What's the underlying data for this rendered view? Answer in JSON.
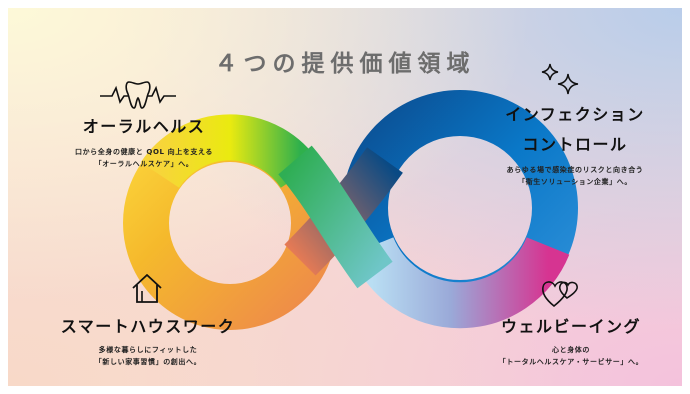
{
  "title": "４つの提供価値領域",
  "areas": {
    "oral_health": {
      "name": "オーラルヘルス",
      "desc_line1": "口から全身の健康と QOL 向上を支える",
      "desc_line2": "「オーラルヘルスケア」へ。",
      "icon": "tooth-heartbeat-icon"
    },
    "infection_control": {
      "name_line1": "インフェクション",
      "name_line2": "コントロール",
      "desc_line1": "あらゆる場で感染症のリスクと向き合う",
      "desc_line2": "「衛生ソリューション企業」へ。",
      "icon": "sparkle-icon"
    },
    "smart_house_work": {
      "name": "スマートハウスワーク",
      "desc_line1": "多様な暮らしにフィットした",
      "desc_line2": "「新しい家事習慣」の創出へ。",
      "icon": "house-icon"
    },
    "wellbeing": {
      "name": "ウェルビーイング",
      "desc_line1": "心と身体の",
      "desc_line2": "「トータルヘルスケア・サービサー」へ。",
      "icon": "double-heart-icon"
    }
  },
  "colors": {
    "yellow": "#f3e500",
    "green": "#3fb24b",
    "orange": "#f39a2e",
    "blue": "#0a72c0",
    "magenta": "#d12b8c",
    "cyan": "#a9d8f3"
  }
}
